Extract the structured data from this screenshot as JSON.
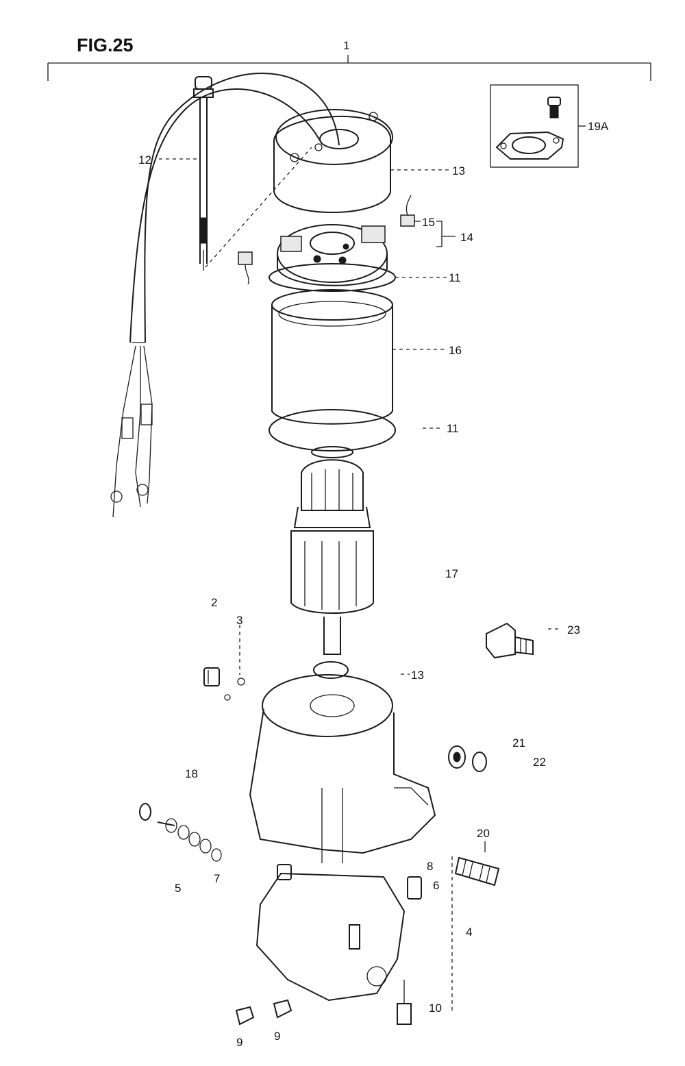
{
  "figure": {
    "title": "FIG.25",
    "assembly_callout": "1"
  },
  "callouts": {
    "c19a": "19A",
    "c12": "12",
    "c13": "13",
    "c15": "15",
    "c14": "14",
    "c11a": "11",
    "c16": "16",
    "c11b": "11",
    "c17": "17",
    "c2": "2",
    "c3": "3",
    "c23": "23",
    "c13b": "13",
    "c21": "21",
    "c22": "22",
    "c18": "18",
    "c20": "20",
    "c8": "8",
    "c6": "6",
    "c5": "5",
    "c7": "7",
    "c4": "4",
    "c10": "10",
    "c9a": "9",
    "c9b": "9"
  }
}
